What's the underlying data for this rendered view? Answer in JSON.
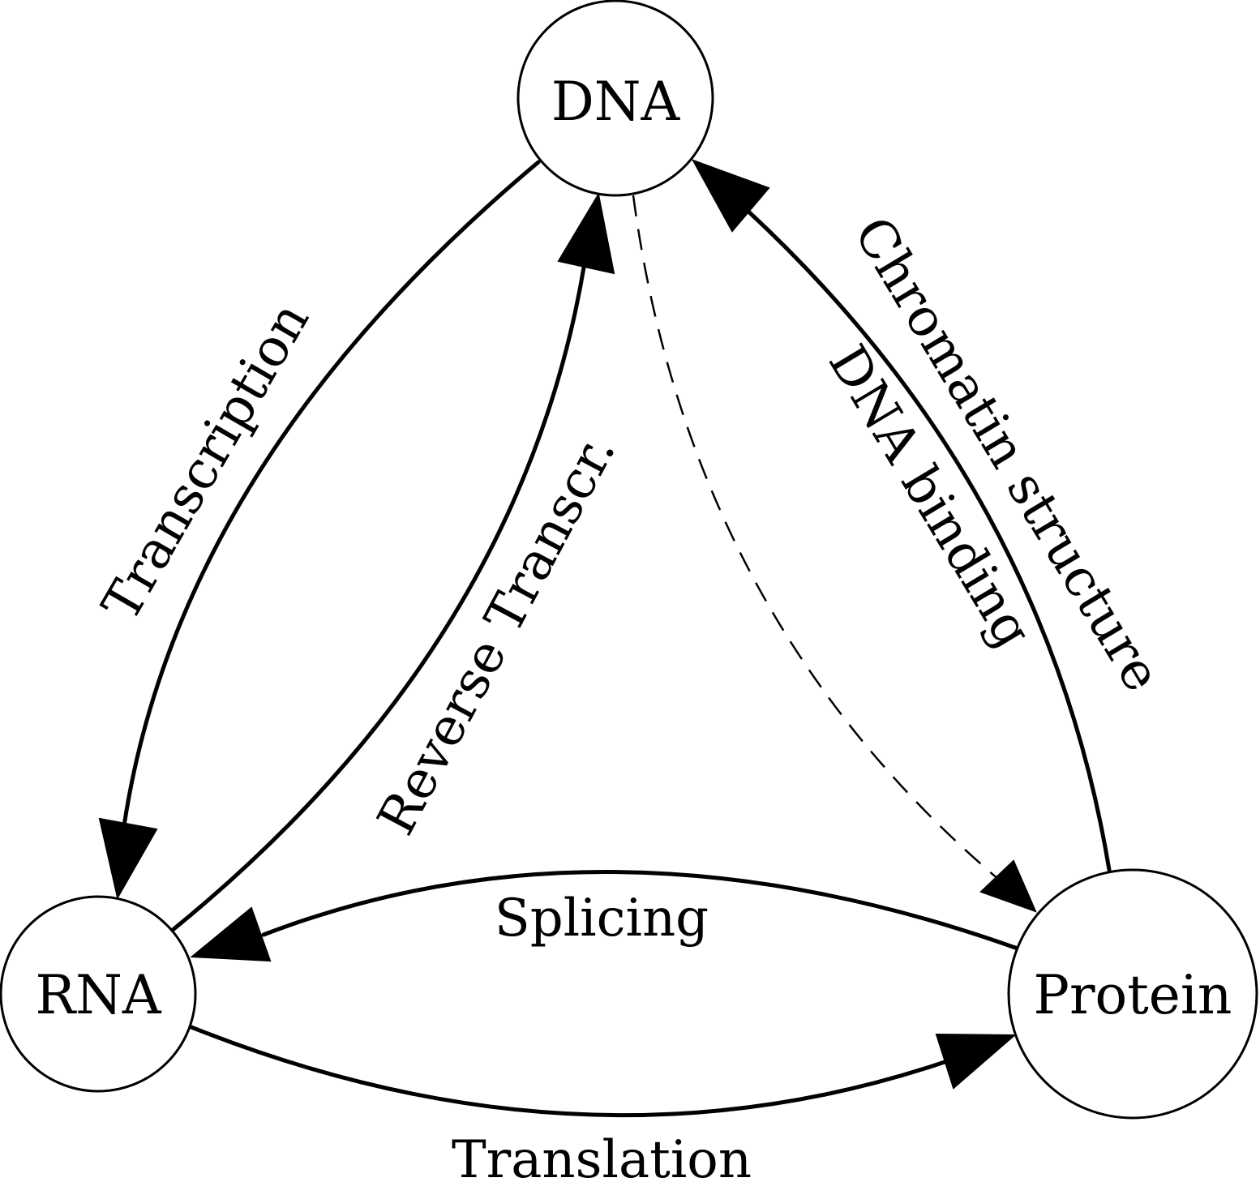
{
  "diagram": {
    "nodes": {
      "dna": "DNA",
      "rna": "RNA",
      "protein": "Protein"
    },
    "edges": {
      "transcription": "Transcription",
      "reverse_transcription": "Reverse Transcr.",
      "chromatin_structure": "Chromatin structure",
      "dna_binding": "DNA binding",
      "splicing": "Splicing",
      "translation": "Translation"
    }
  }
}
